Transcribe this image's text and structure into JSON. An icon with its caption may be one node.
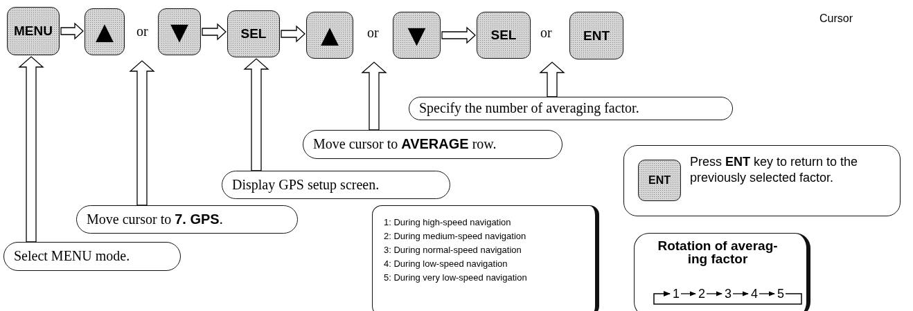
{
  "diagram": {
    "nodes": [
      {
        "text": [
          "MENU"
        ]
      },
      {
        "text": [
          "▲"
        ]
      },
      {
        "text": [
          "▼"
        ]
      },
      {
        "text": [
          "SEL"
        ]
      },
      {
        "text": [
          "▲"
        ]
      },
      {
        "text": [
          "▼"
        ]
      },
      {
        "text": [
          "SEL"
        ]
      },
      {
        "text": [
          "ENT"
        ]
      },
      {
        "text": [
          "Select MENU mode."
        ]
      },
      {
        "text": [
          "Move cursor to **7. GPS**."
        ]
      },
      {
        "text": [
          "Display GPS setup screen."
        ]
      },
      {
        "text": [
          "Move cursor to **AVERAGE** row."
        ]
      },
      {
        "text": [
          "Specify the number of averaging factor."
        ]
      },
      {
        "text": [
          "Press **ENT** key to return to the previously selected factor."
        ]
      },
      {
        "text": [
          "ENT"
        ],
        "in": 13
      },
      {
        "text": [
          "1: During high-speed navigation",
          "2: During medium-speed navigation",
          "3: During normal-speed navigation",
          "4: During low-speed navigation",
          "5: During very low-speed navigation"
        ]
      },
      {
        "text": [
          "Rotation of averag- ing factor"
        ]
      },
      {
        "text": [
          "1"
        ],
        "in": 16
      },
      {
        "text": [
          "2"
        ],
        "in": 16
      },
      {
        "text": [
          "3"
        ],
        "in": 16
      },
      {
        "text": [
          "4"
        ],
        "in": 16
      },
      {
        "text": [
          "5"
        ],
        "in": 16
      }
    ],
    "edges": [
      {
        "from": 0,
        "to": 1,
        "arrow": "to"
      },
      {
        "from": 2,
        "to": 3,
        "arrow": "to"
      },
      {
        "from": 3,
        "to": 4,
        "arrow": "to"
      },
      {
        "from": 5,
        "to": 6,
        "arrow": "to"
      },
      {
        "from": 8,
        "to": 0,
        "arrow": "to"
      },
      {
        "from": 9,
        "to": null,
        "arrow": "to"
      },
      {
        "from": 10,
        "to": 3,
        "arrow": "to"
      },
      {
        "from": 11,
        "to": null,
        "arrow": "to"
      },
      {
        "from": 12,
        "to": null,
        "arrow": "to"
      },
      {
        "from": 17,
        "to": 18,
        "arrow": "to"
      },
      {
        "from": 18,
        "to": 19,
        "arrow": "to"
      },
      {
        "from": 19,
        "to": 20,
        "arrow": "to"
      },
      {
        "from": 20,
        "to": 21,
        "arrow": "to"
      },
      {
        "from": 21,
        "to": 17,
        "arrow": "to"
      }
    ],
    "labels": [
      "Cursor",
      "or",
      "or",
      "or"
    ]
  }
}
